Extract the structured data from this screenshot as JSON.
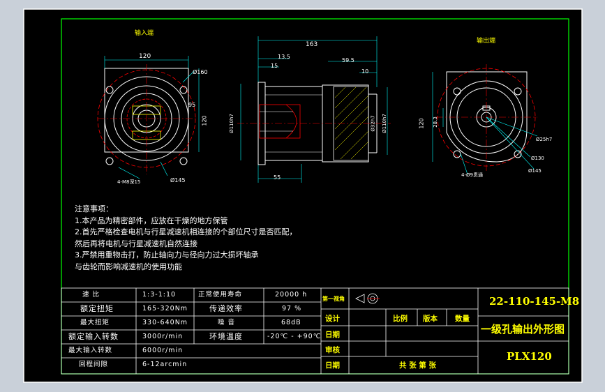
{
  "view_labels": {
    "input_end": "输入端",
    "output_end": "输出端"
  },
  "dimensions": {
    "left_width": "120",
    "left_circle": "Ø160",
    "left_diag": "Ø145",
    "left_holes": "4-M8深15",
    "left_height": "120",
    "left_pcd": "95",
    "mid_total": "163",
    "mid_d1": "13.5",
    "mid_d2": "15",
    "mid_d3": "59.5",
    "mid_d4": "10",
    "mid_d5": "55",
    "mid_bore": "Ø110h7",
    "mid_shaft": "Ø32h7",
    "mid_out": "Ø110h7",
    "right_height": "120",
    "right_d": "28.3",
    "right_key": "Ø25h7",
    "right_d2": "Ø130",
    "right_d3": "Ø145",
    "right_holes": "4-Ø9贯通"
  },
  "notes": [
    "注意事项：",
    "1.本产品为精密部件，应放在干燥的地方保管",
    "2.首先严格检查电机与行星减速机相连接的个部位尺寸是否匹配，",
    "然后再将电机与行星减速机自然连接",
    "3.严禁用重物击打，防止轴向力与径向力过大损坏轴承",
    "与齿轮而影响减速机的使用功能"
  ],
  "spec_table": [
    {
      "label": "速   比",
      "value": "1:3-1:10",
      "label2": "正常使用寿命",
      "value2": "20000 h"
    },
    {
      "label": "额定扭矩",
      "value": "165-320Nm",
      "label2": "传递效率",
      "value2": "97 %"
    },
    {
      "label": "最大扭矩",
      "value": "330-640Nm",
      "label2": "噪   音",
      "value2": "68dB"
    },
    {
      "label": "额定输入转数",
      "value": "3000r/min",
      "label2": "环境温度",
      "value2": "-20℃ - +90℃"
    },
    {
      "label": "最大输入转数",
      "value": "6000r/min",
      "label2": "",
      "value2": ""
    },
    {
      "label": "回程间隙",
      "value": "6-12arcmin",
      "label2": "",
      "value2": ""
    }
  ],
  "title_block": {
    "view_label": "第一视角",
    "design": "设计",
    "date1": "日期",
    "check": "审核",
    "date2": "日期",
    "scale": "比例",
    "version": "版本",
    "qty": "数量",
    "sheets": "共   张   第   张",
    "part_no": "22-110-145-M8",
    "title": "一级孔输出外形图",
    "model": "PLX120"
  },
  "colors": {
    "frame": "#ffffff",
    "border_green": "#00ff00",
    "geometry": "#ffffff",
    "dim": "#00ffff",
    "center": "#ff0000",
    "title_yellow": "#ffff00"
  }
}
